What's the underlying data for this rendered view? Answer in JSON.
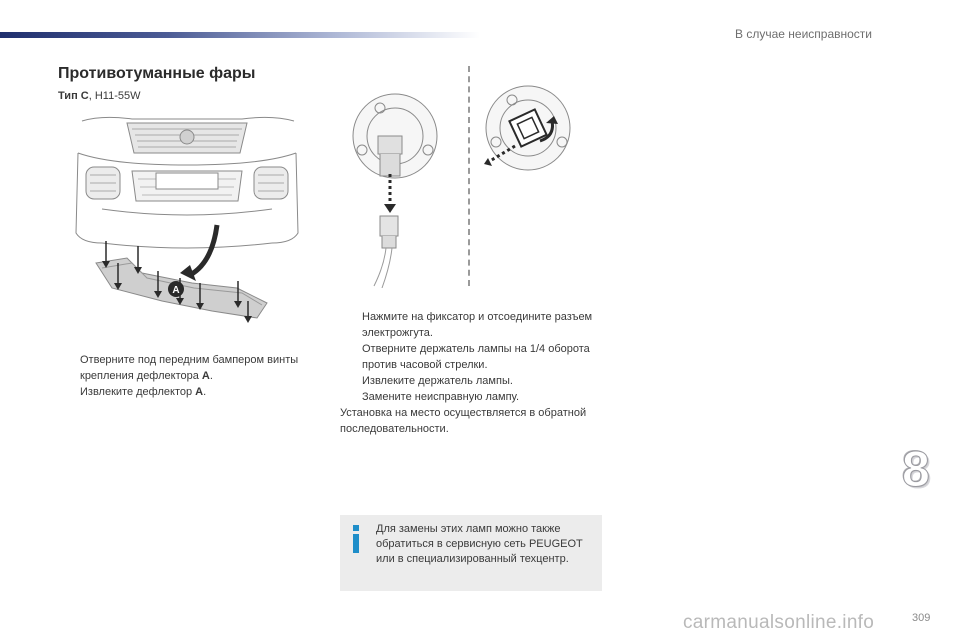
{
  "header": {
    "chapter_title": "В случае неисправности"
  },
  "section": {
    "title": "Противотуманные фары",
    "type_label": "Тип С",
    "type_value": ", H11-55W"
  },
  "figure": {
    "callout_letter": "A"
  },
  "steps_left": [
    {
      "marker": "",
      "text_before": "Отверните под передним бампером винты крепления дефлектора ",
      "bold": "A",
      "text_after": "."
    },
    {
      "marker": "",
      "text_before": "Извлеките дефлектор ",
      "bold": "A",
      "text_after": "."
    }
  ],
  "steps_right": [
    {
      "marker": "",
      "text": "Нажмите на фиксатор и отсоедините разъем электрожгута."
    },
    {
      "marker": "",
      "text": "Отверните держатель лампы на 1/4 оборота против часовой стрелки."
    },
    {
      "marker": "",
      "text": "Извлеките держатель лампы."
    },
    {
      "marker": "",
      "text": "Замените неисправную лампу."
    }
  ],
  "reassembly_note": "Установка на место осуществляется в обратной последовательности.",
  "info": {
    "text": "Для замены этих ламп можно также обратиться в сервисную сеть PEUGEOT или в специализированный техцентр.",
    "accent_color": "#1f8ec9"
  },
  "chapter_number": "8",
  "page_number": "309",
  "watermark": "carmanualsonline.info"
}
